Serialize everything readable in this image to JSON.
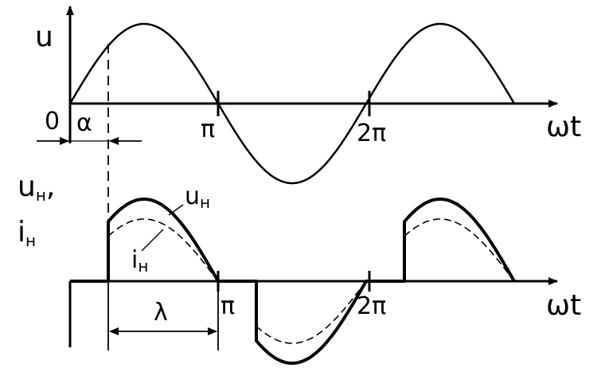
{
  "top_plot": {
    "y_axis_label": "u",
    "x_axis_label": "ωt",
    "origin_label": "0",
    "alpha_label": "α",
    "pi_label": "π",
    "two_pi_label": "2π"
  },
  "bottom_plot": {
    "y_axis_label_main": "u",
    "y_axis_label_sub": "н",
    "y_axis_label_comma": ",",
    "y_axis_label2_main": "i",
    "y_axis_label2_sub": "н",
    "un_label_main": "u",
    "un_label_sub": "н",
    "in_label_main": "i",
    "in_label_sub": "н",
    "lambda_label": "λ",
    "pi_label": "π",
    "two_pi_label": "2π",
    "x_axis_label": "ωt"
  },
  "colors": {
    "stroke": "#000000",
    "background": "#ffffff"
  }
}
